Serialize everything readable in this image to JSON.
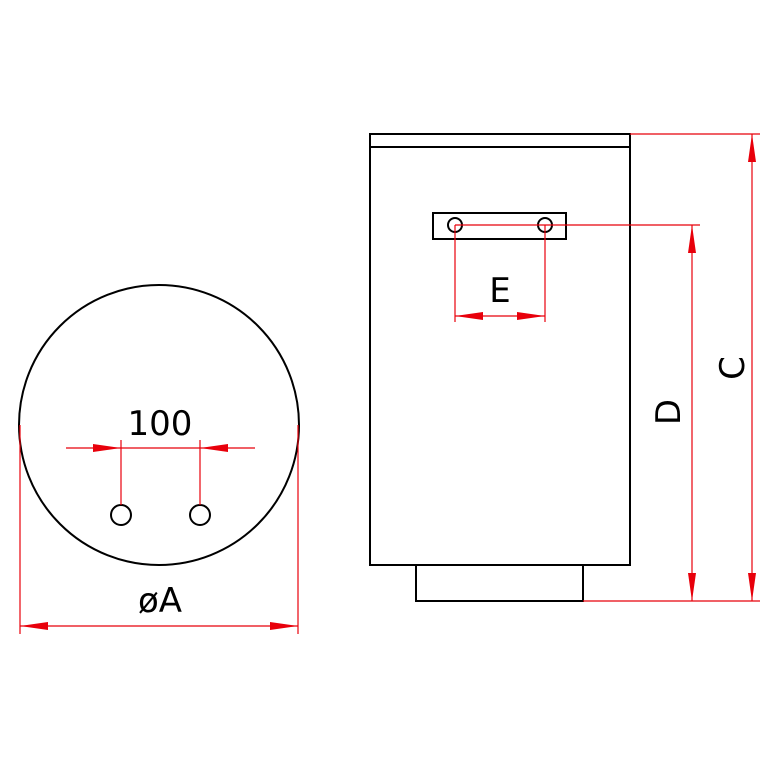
{
  "labels": {
    "hole_spacing": "100",
    "diameter": "øA",
    "bracket_spacing": "E",
    "bracket_height": "D",
    "total_height": "C"
  },
  "colors": {
    "outline": "#000000",
    "dimension": "#e8000b"
  }
}
